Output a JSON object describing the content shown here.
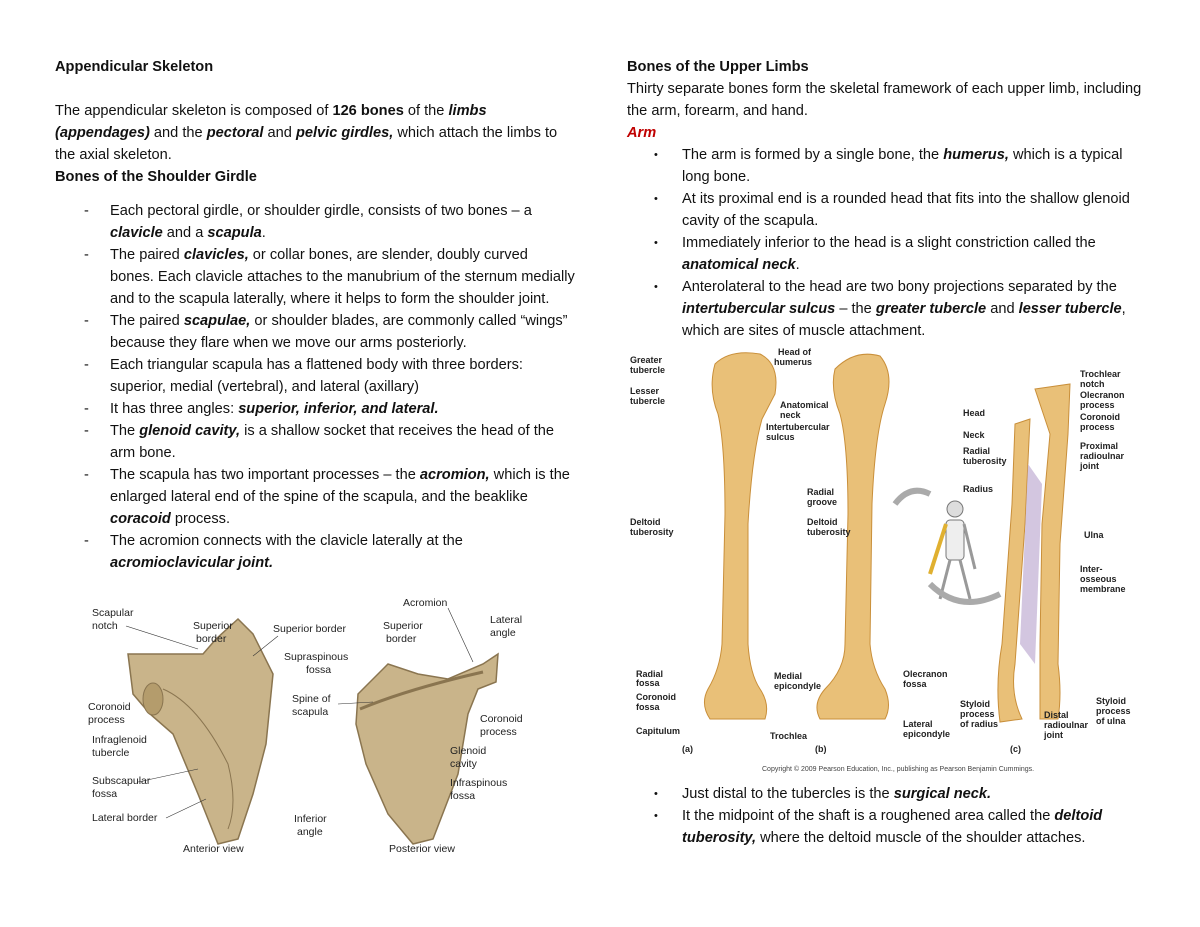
{
  "left": {
    "title": "Appendicular Skeleton",
    "intro": {
      "t1": "The appendicular skeleton is composed of ",
      "b1": "126 bones",
      "t2": " of the ",
      "i1": "limbs (appendages)",
      "t3": " and the ",
      "i2": "pectoral",
      "t4": " and ",
      "i3": "pelvic girdles,",
      "t5": " which attach the limbs to the axial skeleton."
    },
    "subtitle": "Bones of the Shoulder Girdle",
    "dash_marker": "-",
    "items": [
      {
        "a": "Each pectoral girdle, or shoulder girdle, consists of two bones – a ",
        "b": "clavicle",
        "c": " and a ",
        "d": "scapula",
        "e": "."
      },
      {
        "a": "The paired ",
        "b": "clavicles,",
        "c": " or collar bones, are slender, doubly curved bones. Each clavicle attaches to the manubrium of the sternum medially and to the scapula laterally, where it helps to form the shoulder joint.",
        "d": "",
        "e": ""
      },
      {
        "a": "The paired ",
        "b": "scapulae,",
        "c": " or shoulder blades, are commonly called “wings” because they flare when we move our arms posteriorly.",
        "d": "",
        "e": ""
      },
      {
        "a": "Each triangular scapula has a flattened body with three borders: superior, medial (vertebral), and lateral (axillary)",
        "b": "",
        "c": "",
        "d": "",
        "e": ""
      },
      {
        "a": "It has three angles: ",
        "b": "superior, inferior, and lateral.",
        "c": "",
        "d": "",
        "e": ""
      },
      {
        "a": "The ",
        "b": "glenoid cavity,",
        "c": " is a shallow socket that receives the head of the arm bone.",
        "d": "",
        "e": ""
      },
      {
        "a": "The scapula has two important processes – the ",
        "b": "acromion,",
        "c": " which is the enlarged lateral end of the spine of the scapula, and the beaklike ",
        "d": "coracoid",
        "e": " process."
      },
      {
        "a": "The acromion connects with the clavicle laterally at the ",
        "b": "acromioclavicular joint.",
        "c": "",
        "d": "",
        "e": ""
      }
    ],
    "figure": {
      "labels": {
        "scapular_notch": [
          "Scapular",
          "notch"
        ],
        "superior_border_a": [
          "Superior",
          "border"
        ],
        "superior_border_mid": "Superior border",
        "acromion": "Acromion",
        "superior_border_b": [
          "Superior",
          "border"
        ],
        "lateral_angle": [
          "Lateral",
          "angle"
        ],
        "supraspinous": [
          "Supraspinous",
          "fossa"
        ],
        "spine": [
          "Spine of",
          "scapula"
        ],
        "coronoid_a": [
          "Coronoid",
          "process"
        ],
        "infraglenoid": [
          "Infraglenoid",
          "tubercle"
        ],
        "subscapular": [
          "Subscapular",
          "fossa"
        ],
        "lateral_border": "Lateral border",
        "coronoid_b": [
          "Coronoid",
          "process"
        ],
        "glenoid": [
          "Glenoid",
          "cavity"
        ],
        "infraspinous": [
          "Infraspinous",
          "fossa"
        ],
        "inferior_angle": [
          "Inferior",
          "angle"
        ],
        "anterior_view": "Anterior view",
        "posterior_view": "Posterior view"
      }
    }
  },
  "right": {
    "title": "Bones of the Upper Limbs",
    "intro": "Thirty separate bones form the skeletal framework of each upper limb, including the arm, forearm, and hand.",
    "arm_heading": "Arm",
    "bullet_marker": "•",
    "items": [
      {
        "a": "The arm is formed by a single bone, the ",
        "b": "humerus,",
        "c": " which is a typical long bone.",
        "d": "",
        "e": "",
        "f": "",
        "g": ""
      },
      {
        "a": "At its proximal end is a rounded head that fits into the shallow glenoid cavity of the scapula.",
        "b": "",
        "c": "",
        "d": "",
        "e": "",
        "f": "",
        "g": ""
      },
      {
        "a": "Immediately inferior to the head is a slight constriction called the ",
        "b": "anatomical neck",
        "c": ".",
        "d": "",
        "e": "",
        "f": "",
        "g": ""
      },
      {
        "a": "Anterolateral to the head are two bony projections separated by the ",
        "b": "intertubercular sulcus",
        "c": " – the ",
        "d": "greater tubercle",
        "e": " and ",
        "f": "lesser tubercle",
        "g": ", which are sites of muscle attachment."
      }
    ],
    "items2": [
      {
        "a": "Just distal to the tubercles is the ",
        "b": "surgical neck.",
        "c": ""
      },
      {
        "a": "It the midpoint of the shaft is a roughened area called the ",
        "b": "deltoid tuberosity,",
        "c": " where the deltoid muscle of the shoulder attaches."
      }
    ],
    "figure": {
      "labels": {
        "greater_tubercle": [
          "Greater",
          "tubercle"
        ],
        "lesser_tubercle": [
          "Lesser",
          "tubercle"
        ],
        "head_of_humerus": [
          "Head of",
          "humerus"
        ],
        "anatomical_neck": [
          "Anatomical",
          "neck"
        ],
        "intertubercular": [
          "Intertubercular",
          "sulcus"
        ],
        "radial_groove": [
          "Radial",
          "groove"
        ],
        "deltoid_tub_a": [
          "Deltoid",
          "tuberosity"
        ],
        "deltoid_tub_b": [
          "Deltoid",
          "tuberosity"
        ],
        "radial_fossa": [
          "Radial",
          "fossa"
        ],
        "coronoid_fossa": [
          "Coronoid",
          "fossa"
        ],
        "capitulum": "Capitulum",
        "medial_epicondyle": [
          "Medial",
          "epicondyle"
        ],
        "trochlea": "Trochlea",
        "olecranon_fossa": [
          "Olecranon",
          "fossa"
        ],
        "lateral_epicondyle": [
          "Lateral",
          "epicondyle"
        ],
        "trochlear_notch": [
          "Trochlear",
          "notch"
        ],
        "olecranon_process": [
          "Olecranon",
          "process"
        ],
        "coronoid_process": [
          "Coronoid",
          "process"
        ],
        "head": "Head",
        "neck": "Neck",
        "radial_tuberosity": [
          "Radial",
          "tuberosity"
        ],
        "proximal_ru": [
          "Proximal",
          "radioulnar",
          "joint"
        ],
        "radius": "Radius",
        "ulna": "Ulna",
        "interosseous": [
          "Inter-",
          "osseous",
          "membrane"
        ],
        "styloid_radius": [
          "Styloid",
          "process",
          "of radius"
        ],
        "distal_ru": [
          "Distal",
          "radioulnar",
          "joint"
        ],
        "styloid_ulna": [
          "Styloid",
          "process",
          "of ulna"
        ],
        "panel_a": "(a)",
        "panel_b": "(b)",
        "panel_c": "(c)",
        "copyright": "Copyright © 2009 Pearson Education, Inc., publishing as Pearson Benjamin Cummings."
      }
    }
  },
  "colors": {
    "bone": "#e9c078",
    "bone_dark": "#c98f3a",
    "scapula": "#c9b48a",
    "arm_heading": "#c00000"
  }
}
